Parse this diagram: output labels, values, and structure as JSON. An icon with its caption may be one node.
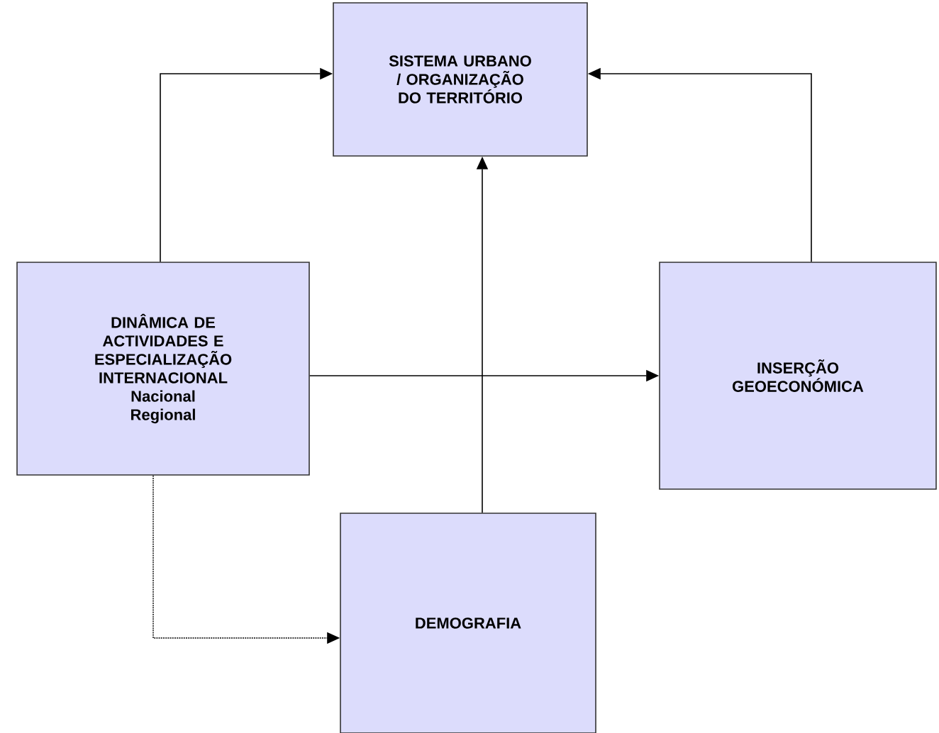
{
  "diagram": {
    "nodes": [
      {
        "text": [
          "SISTEMA URBANO / ORGANIZAÇÃO DO TERRITÓRIO"
        ]
      },
      {
        "text": [
          "DINÂMICA DE ACTIVIDADES E ESPECIALIZAÇÃO INTERNACIONAL",
          "Nacional",
          "Regional"
        ]
      },
      {
        "text": [
          "INSERÇÃO GEOECONÓMICA"
        ]
      },
      {
        "text": [
          "DEMOGRAFIA"
        ]
      }
    ],
    "edges": [
      {
        "from": 1,
        "to": 0,
        "arrow": "to"
      },
      {
        "from": 2,
        "to": 0,
        "arrow": "to"
      },
      {
        "from": 1,
        "to": 2,
        "arrow": "to"
      },
      {
        "from": 3,
        "to": 0,
        "arrow": "to"
      },
      {
        "from": 1,
        "to": 3,
        "arrow": "to",
        "style": "dashed"
      }
    ]
  }
}
